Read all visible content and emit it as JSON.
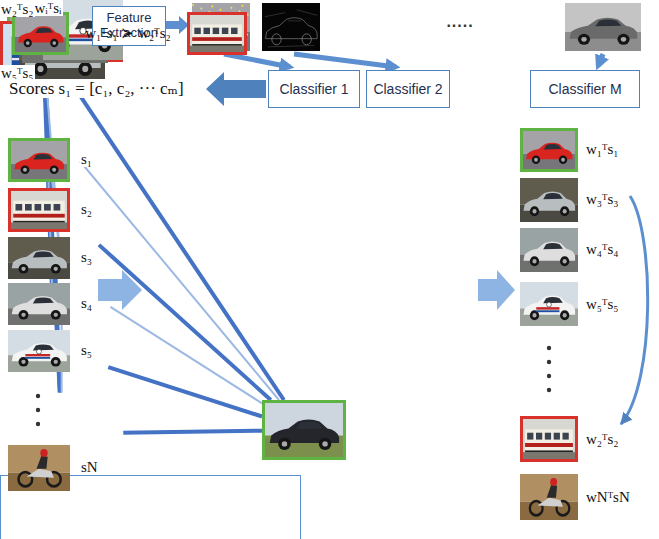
{
  "diagram": {
    "nodes": [
      {
        "text": [
          "Feature Extraction"
        ]
      },
      {
        "text": [
          "Classifier 1"
        ]
      },
      {
        "text": [
          "Classifier 2"
        ]
      },
      {
        "text": [
          "Classifier M"
        ]
      },
      {
        "text": [
          "w₁ᵀs₁"
        ]
      },
      {
        "text": [
          "wᵢᵀsᵢ"
        ]
      },
      {
        "text": [
          "w₃ᵀs₃"
        ]
      },
      {
        "text": [
          "w₂ᵀs₂"
        ]
      },
      {
        "text": [
          "w₄ᵀs₄"
        ]
      },
      {
        "text": [
          "w₅ᵀs₅"
        ]
      },
      {
        "text": [
          "w₁ᵀs₁ ≻ w₂ᵀs₂"
        ]
      }
    ],
    "edges": [
      {
        "from": 4,
        "to": 6,
        "arrow": "none"
      },
      {
        "from": 4,
        "to": 8,
        "arrow": "none"
      },
      {
        "from": 4,
        "to": 9,
        "arrow": "none"
      },
      {
        "from": 6,
        "to": 8,
        "arrow": "none"
      },
      {
        "from": 6,
        "to": 9,
        "arrow": "none"
      },
      {
        "from": 8,
        "to": 9,
        "arrow": "none"
      },
      {
        "from": 4,
        "to": 5,
        "arrow": "none"
      },
      {
        "from": 4,
        "to": 7,
        "arrow": "none"
      },
      {
        "from": 5,
        "to": 6,
        "arrow": "none"
      },
      {
        "from": 5,
        "to": 8,
        "arrow": "none"
      },
      {
        "from": 5,
        "to": 7,
        "arrow": "none"
      },
      {
        "from": 7,
        "to": 6,
        "arrow": "none"
      },
      {
        "from": 7,
        "to": 8,
        "arrow": "none"
      },
      {
        "from": 7,
        "to": 9,
        "arrow": "none"
      }
    ],
    "labels": [
      ".....",
      "Scores s₁ = [c₁, c₂, ··· cₘ]",
      "s₁",
      "s₂",
      "s₃",
      "s₄",
      "s₅",
      "sN",
      "w₁ᵀs₁",
      "w₃ᵀs₃",
      "w₄ᵀs₄",
      "w₅ᵀs₅",
      "w₂ᵀs₂",
      "wNᵀsN"
    ]
  }
}
